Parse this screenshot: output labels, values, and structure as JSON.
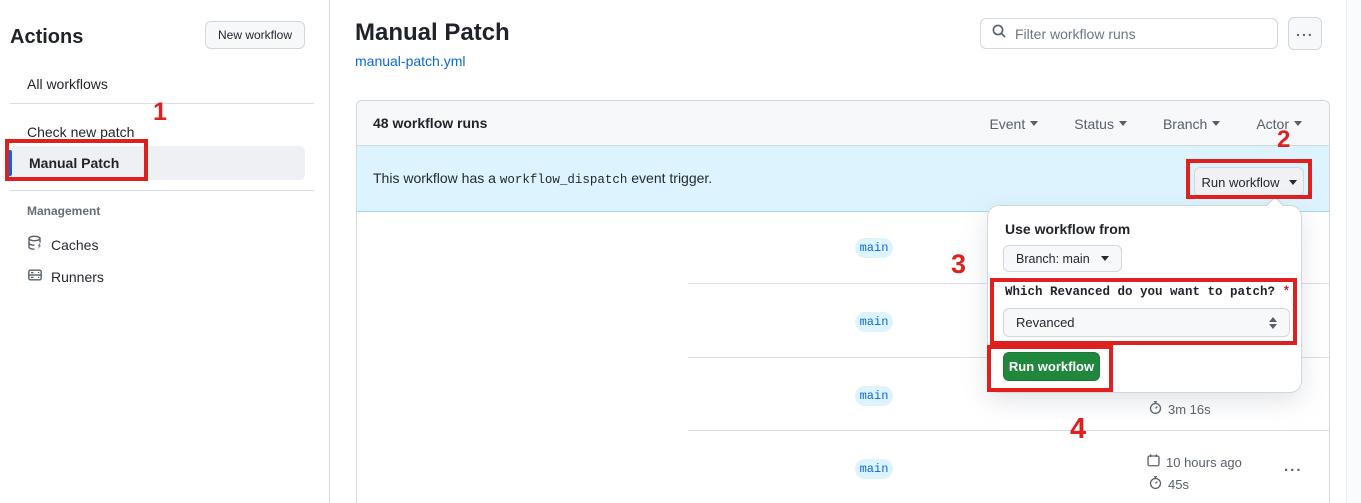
{
  "annotations": {
    "step1": "1",
    "step2": "2",
    "step3": "3",
    "step4": "4"
  },
  "sidebar": {
    "title": "Actions",
    "new_workflow": "New workflow",
    "all_workflows": "All workflows",
    "check_new_patch": "Check new patch",
    "manual_patch": "Manual Patch",
    "management_label": "Management",
    "caches": "Caches",
    "runners": "Runners"
  },
  "header": {
    "title": "Manual Patch",
    "file_link": "manual-patch.yml",
    "filter_placeholder": "Filter workflow runs"
  },
  "panel": {
    "runs_count": "48 workflow runs",
    "filters": {
      "event": "Event",
      "status": "Status",
      "branch": "Branch",
      "actor": "Actor"
    },
    "banner_text_1": "This workflow has a",
    "banner_code": "workflow_dispatch",
    "banner_text_2": "event trigger.",
    "run_workflow": "Run workflow"
  },
  "rows": [
    {
      "branch": "main"
    },
    {
      "branch": "main"
    },
    {
      "branch": "main",
      "duration": "3m 16s"
    },
    {
      "branch": "main",
      "date": "10 hours ago",
      "duration": "45s"
    }
  ],
  "popup": {
    "title": "Use workflow from",
    "branch_selector": "Branch: main",
    "question_label": "Which Revanced do you want to patch?",
    "required": "*",
    "select_value": "Revanced",
    "run_button": "Run workflow"
  },
  "colors": {
    "annotation_red": "#e01f1f",
    "accent_blue": "#0969da",
    "banner_blue": "#ddf4ff",
    "button_green": "#1f883d",
    "loader_orange": "#f78166"
  }
}
